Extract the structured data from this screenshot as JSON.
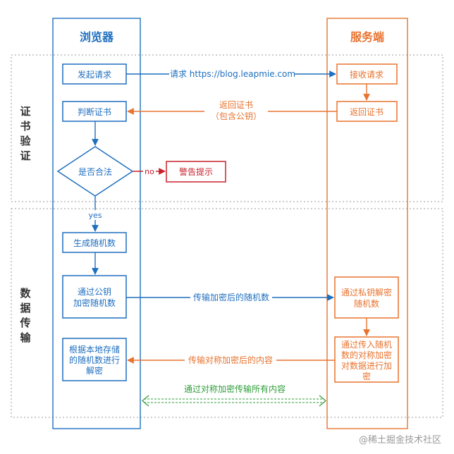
{
  "diagram": {
    "lanes": {
      "browser": "浏览器",
      "server": "服务端"
    },
    "sections": {
      "cert_verify": [
        "证",
        "书",
        "验",
        "证"
      ],
      "data_transfer": [
        "数",
        "据",
        "传",
        "输"
      ]
    },
    "browser_nodes": {
      "initiate_request": "发起请求",
      "judge_cert": "判断证书",
      "is_valid": "是否合法",
      "generate_random": "生成随机数",
      "encrypt_random": [
        "通过公钥",
        "加密随机数"
      ],
      "decrypt_data": [
        "根据本地存储",
        "的随机数进行",
        "解密"
      ]
    },
    "alert_node": "警告提示",
    "server_nodes": {
      "receive_request": "接收请求",
      "return_cert": "返回证书",
      "decrypt_random": [
        "通过私钥解密",
        "随机数"
      ],
      "encrypt_data": [
        "通过传入随机",
        "数的对称加密",
        "对数据进行加",
        "密"
      ]
    },
    "edges": {
      "request": "请求 https://blog.leapmie.com",
      "return_cert": [
        "返回证书",
        "（包含公钥）"
      ],
      "no": "no",
      "yes": "yes",
      "send_random": "传输加密后的随机数",
      "send_content": "传输对称加密后的内容",
      "symmetric_all": "通过对称加密传输所有内容"
    },
    "watermark": "@稀土掘金技术社区",
    "colors": {
      "blue": "#1f6fbf",
      "orange": "#e8732f",
      "red": "#c8202a",
      "green": "#2e9e3a",
      "dotted": "#999999"
    }
  }
}
